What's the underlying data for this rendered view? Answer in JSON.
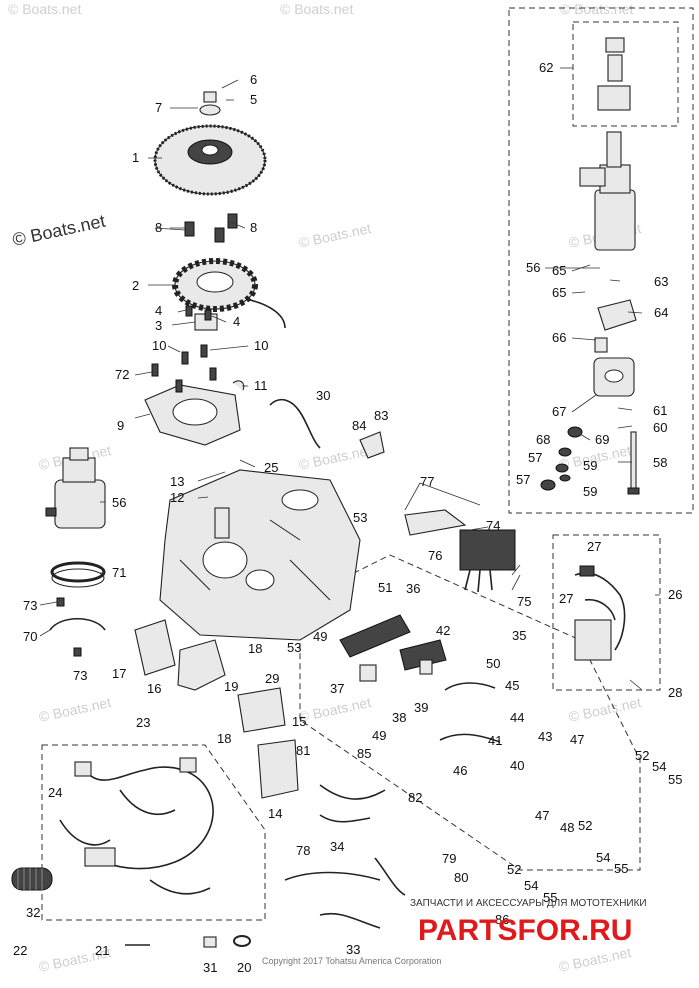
{
  "watermark": {
    "brand": "© Boats.net",
    "shop_caption": "ЗАПЧАСТИ И АКСЕССУАРЫ ДЛЯ МОТОТЕХНИКИ",
    "shop_logo": "PARTSFOR.RU"
  },
  "copyright": "Copyright 2017 Tohatsu America Corporation",
  "labels": [
    "1",
    "2",
    "3",
    "4",
    "4",
    "5",
    "6",
    "7",
    "8",
    "8",
    "9",
    "10",
    "10",
    "11",
    "12",
    "13",
    "14",
    "15",
    "16",
    "17",
    "18",
    "18",
    "19",
    "20",
    "21",
    "22",
    "23",
    "24",
    "25",
    "26",
    "27",
    "27",
    "28",
    "29",
    "30",
    "31",
    "32",
    "33",
    "34",
    "35",
    "36",
    "37",
    "38",
    "39",
    "40",
    "41",
    "42",
    "43",
    "44",
    "45",
    "46",
    "47",
    "47",
    "48",
    "49",
    "49",
    "50",
    "51",
    "52",
    "52",
    "52",
    "53",
    "53",
    "54",
    "54",
    "54",
    "55",
    "55",
    "55",
    "56",
    "56",
    "57",
    "57",
    "58",
    "59",
    "59",
    "60",
    "61",
    "62",
    "63",
    "64",
    "65",
    "65",
    "66",
    "67",
    "68",
    "69",
    "70",
    "71",
    "72",
    "73",
    "73",
    "74",
    "75",
    "76",
    "77",
    "78",
    "79",
    "80",
    "81",
    "82",
    "83",
    "84",
    "85",
    "86"
  ]
}
